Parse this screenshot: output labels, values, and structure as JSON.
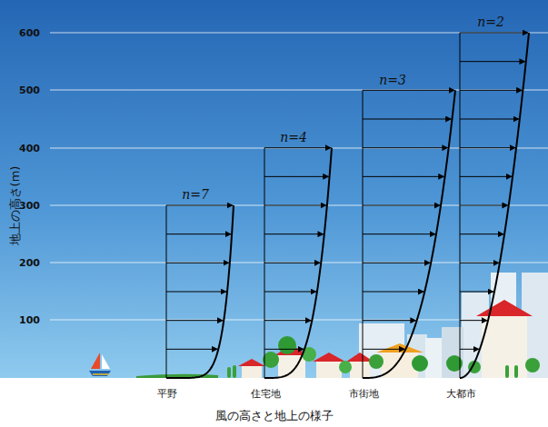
{
  "diagram": {
    "caption": "風の高さと地上の様子",
    "labels": [
      "地上の高さ(m)",
      "600",
      "500",
      "400",
      "300",
      "200",
      "100",
      "n=7",
      "n=4",
      "n=3",
      "n=2",
      "平野",
      "住宅地",
      "市街地",
      "大都市"
    ]
  }
}
